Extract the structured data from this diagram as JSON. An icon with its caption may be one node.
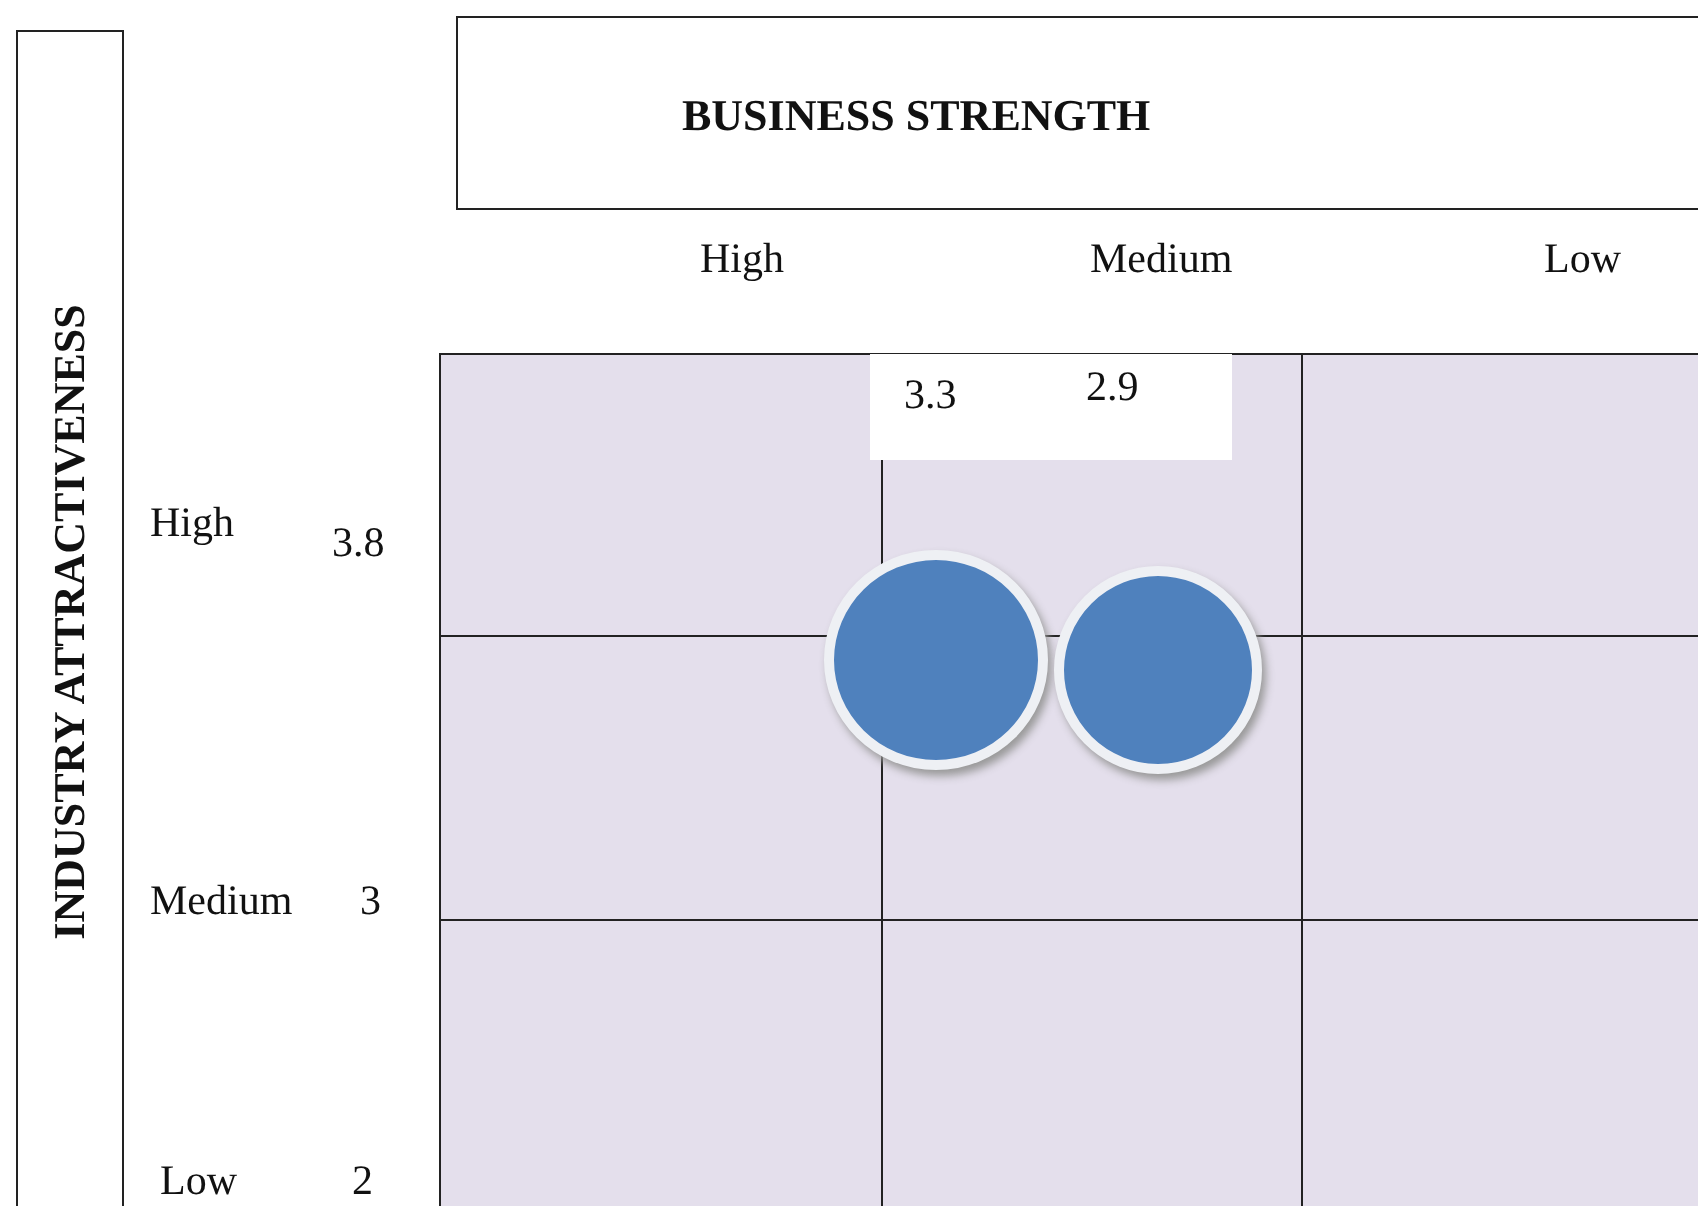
{
  "diagram": {
    "nodes": [
      {
        "text": [
          "INDUSTRY ATTRACTIVENESS"
        ]
      },
      {
        "text": [
          "BUSINESS STRENGTH"
        ]
      },
      {
        "text": [
          "3.3"
        ]
      },
      {
        "text": [
          "2.9"
        ]
      },
      {
        "text": [],
        "shape": "circle"
      },
      {
        "text": [],
        "shape": "circle"
      }
    ],
    "edges": [],
    "labels": [
      "High",
      "Medium",
      "Low",
      "High",
      "3.8",
      "Medium",
      "3",
      "Low",
      "2"
    ]
  }
}
